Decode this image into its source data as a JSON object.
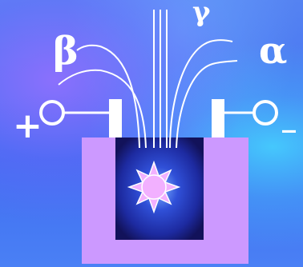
{
  "labels": {
    "beta": "β",
    "gamma": "γ",
    "alpha": "α",
    "positive_terminal": "+",
    "negative_terminal": "_"
  },
  "colors": {
    "container": "#cc99ff",
    "lines": "#ffffff",
    "sample": "#f2b0ff",
    "chamber": "#1b1a74"
  },
  "icons": {
    "source": "radioactive-sample-star-icon"
  }
}
